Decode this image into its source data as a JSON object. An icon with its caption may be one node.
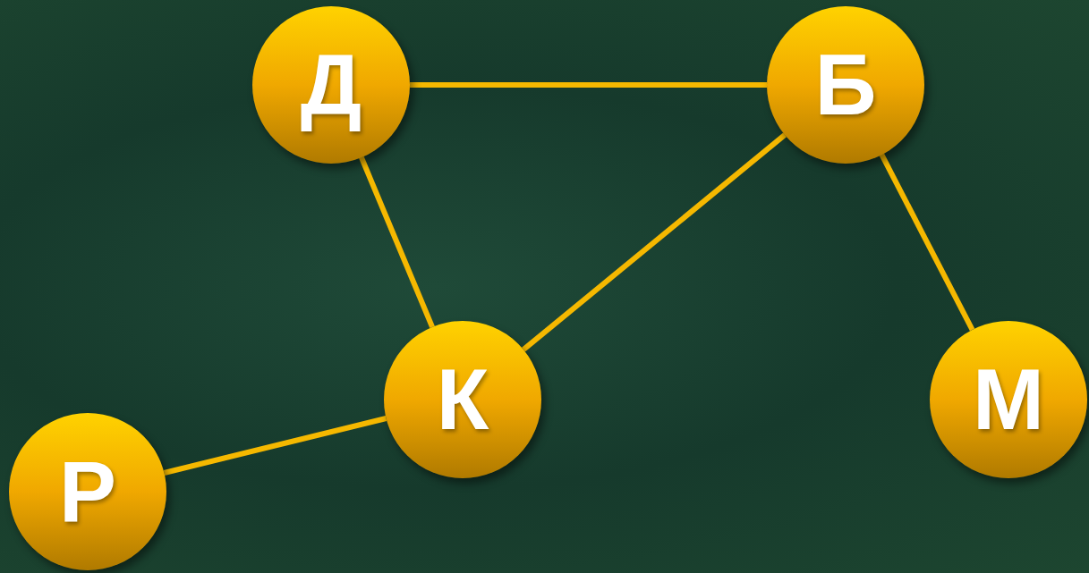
{
  "diagram": {
    "nodes": [
      {
        "text": [
          "Д"
        ]
      },
      {
        "text": [
          "Б"
        ]
      },
      {
        "text": [
          "К"
        ]
      },
      {
        "text": [
          "М"
        ]
      },
      {
        "text": [
          "Р"
        ]
      }
    ],
    "edges": [
      {
        "from": 0,
        "to": 1,
        "arrow": "none"
      },
      {
        "from": 0,
        "to": 2,
        "arrow": "none"
      },
      {
        "from": 1,
        "to": 2,
        "arrow": "none"
      },
      {
        "from": 1,
        "to": 3,
        "arrow": "none"
      },
      {
        "from": 2,
        "to": 4,
        "arrow": "none"
      }
    ]
  }
}
